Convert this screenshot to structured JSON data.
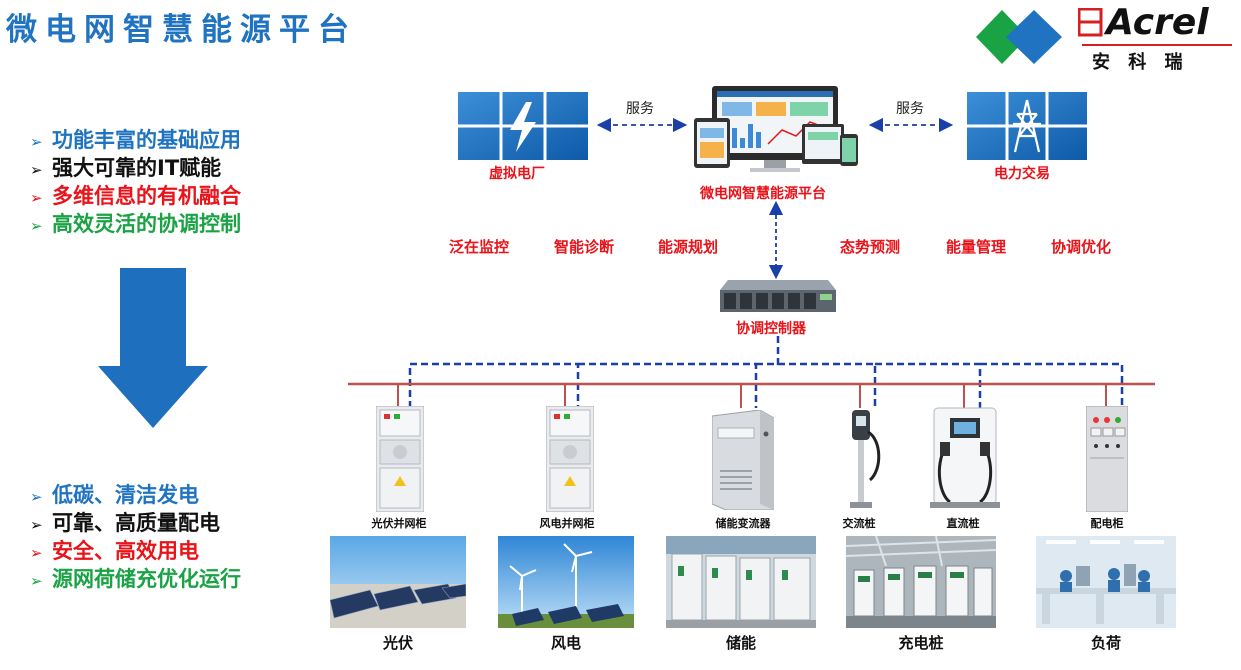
{
  "title": "微电网智慧能源平台",
  "logo": {
    "brand": "Acrel",
    "name_cn": "安 科 瑞"
  },
  "bullets_top": [
    {
      "text": "功能丰富的基础应用",
      "color": "#1f73c0"
    },
    {
      "text": "强大可靠的IT赋能",
      "color": "#111111"
    },
    {
      "text": "多维信息的有机融合",
      "color": "#e8141a"
    },
    {
      "text": "高效灵活的协调控制",
      "color": "#1aa344"
    }
  ],
  "bullets_bottom": [
    {
      "text": "低碳、清洁发电",
      "color": "#1f73c0"
    },
    {
      "text": "可靠、高质量配电",
      "color": "#111111"
    },
    {
      "text": "安全、高效用电",
      "color": "#e8141a"
    },
    {
      "text": "源网荷储充优化运行",
      "color": "#1aa344"
    }
  ],
  "bullet_marker": "➢",
  "diagram": {
    "virtual_plant": "虚拟电厂",
    "platform": "微电网智慧能源平台",
    "power_trading": "电力交易",
    "service_left": "服务",
    "service_right": "服务",
    "controller": "协调控制器",
    "features": [
      "泛在监控",
      "智能诊断",
      "能源规划",
      "态势预测",
      "能量管理",
      "协调优化"
    ],
    "devices": [
      "光伏并网柜",
      "风电并网柜",
      "储能变流器",
      "交流桩",
      "直流桩",
      "配电柜"
    ],
    "photos": [
      "光伏",
      "风电",
      "储能",
      "充电桩",
      "负荷"
    ]
  },
  "colors": {
    "blue": "#1f73c0",
    "red": "#e8141a",
    "green": "#1aa344",
    "dark_blue": "#1a3fa8",
    "bus_red": "#c0504d"
  }
}
